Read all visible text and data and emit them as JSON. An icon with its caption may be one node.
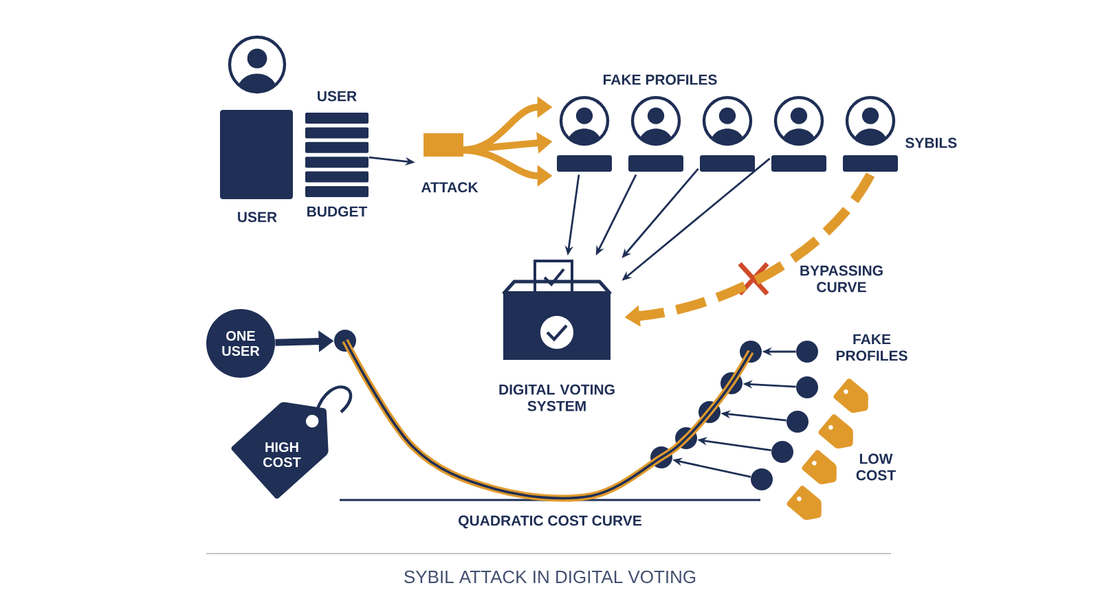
{
  "diagram": {
    "caption": "SYBIL ATTACK IN DIGITAL VOTING",
    "nodes": [
      {
        "text": [
          "USER"
        ]
      },
      {
        "text": [
          "USER",
          "BUDGET"
        ]
      },
      {
        "text": [
          "ATTACK"
        ]
      },
      {
        "text": [],
        "shape": "person"
      },
      {
        "text": [],
        "shape": "person"
      },
      {
        "text": [],
        "shape": "person"
      },
      {
        "text": [],
        "shape": "person"
      },
      {
        "text": [],
        "shape": "person"
      },
      {
        "text": [
          "DIGITAL VOTING SYSTEM"
        ]
      },
      {
        "text": [
          "ONE USER"
        ]
      },
      {
        "text": [],
        "shape": "circle"
      },
      {
        "text": [
          "HIGH COST"
        ]
      },
      {
        "text": [],
        "shape": "circle"
      },
      {
        "text": [],
        "shape": "circle"
      },
      {
        "text": [],
        "shape": "circle"
      },
      {
        "text": [],
        "shape": "circle"
      },
      {
        "text": [],
        "shape": "circle"
      },
      {
        "text": [],
        "shape": "circle"
      },
      {
        "text": [],
        "shape": "circle"
      },
      {
        "text": [],
        "shape": "circle"
      },
      {
        "text": [],
        "shape": "circle"
      },
      {
        "text": [],
        "shape": "circle"
      },
      {
        "text": [],
        "shape": "tag"
      },
      {
        "text": [],
        "shape": "tag"
      },
      {
        "text": [],
        "shape": "tag"
      },
      {
        "text": [],
        "shape": "tag"
      }
    ],
    "edges": [
      {
        "from": 1,
        "to": 2,
        "arrow": "to"
      },
      {
        "from": 2,
        "to": 3,
        "arrow": "to",
        "style": "thick",
        "color": "#e09a2c"
      },
      {
        "from": 3,
        "to": 8,
        "arrow": "to"
      },
      {
        "from": 4,
        "to": 8,
        "arrow": "to"
      },
      {
        "from": 5,
        "to": 8,
        "arrow": "to"
      },
      {
        "from": 6,
        "to": 8,
        "arrow": "to"
      },
      {
        "from": 7,
        "to": 8,
        "arrow": "to",
        "label": "BYPASSING CURVE",
        "style": "dashed",
        "color": "#e09a2c"
      },
      {
        "from": 9,
        "to": 10,
        "arrow": "to",
        "style": "thick"
      },
      {
        "from": 17,
        "to": 12,
        "arrow": "to"
      },
      {
        "from": 18,
        "to": 13,
        "arrow": "to"
      },
      {
        "from": 19,
        "to": 14,
        "arrow": "to"
      },
      {
        "from": 20,
        "to": 15,
        "arrow": "to"
      },
      {
        "from": 21,
        "to": 16,
        "arrow": "to"
      },
      {
        "from": 10,
        "to": 16,
        "arrow": "none",
        "style": "thick",
        "color": "#e09a2c"
      },
      {
        "from": 16,
        "to": 15,
        "arrow": "none",
        "style": "thick",
        "color": "#e09a2c"
      },
      {
        "from": 15,
        "to": 14,
        "arrow": "none",
        "style": "thick",
        "color": "#e09a2c"
      },
      {
        "from": 14,
        "to": 13,
        "arrow": "none",
        "style": "thick",
        "color": "#e09a2c"
      },
      {
        "from": 13,
        "to": 12,
        "arrow": "none",
        "style": "thick",
        "color": "#e09a2c"
      }
    ],
    "labels": [
      "FAKE PROFILES",
      "SYBILS",
      "FAKE PROFILES",
      "LOW COST",
      "QUADRATIC COST CURVE"
    ]
  }
}
